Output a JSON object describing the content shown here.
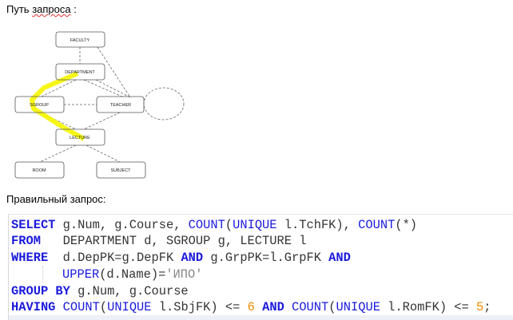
{
  "heading_path": "Путь запроса :",
  "heading_path_underlined": "запроса",
  "heading_query": "Правильный запрос:",
  "diagram": {
    "entities": [
      "FACULTY",
      "DEPARTMENT",
      "SGROUP",
      "TEACHER",
      "LECTURE",
      "ROOM",
      "SUBJECT"
    ],
    "highlight_color": "#f5f500"
  },
  "code": {
    "l1": [
      "SELECT",
      " g.Num, g.Course, ",
      "COUNT",
      "(",
      "UNIQUE",
      " l.TchFK), ",
      "COUNT",
      "(*)"
    ],
    "l2": [
      "FROM",
      "   DEPARTMENT d, SGROUP g, LECTURE l"
    ],
    "l3": [
      "WHERE",
      "  d.DepPK=g.DepFK ",
      "AND",
      " g.GrpPK=l.GrpFK ",
      "AND"
    ],
    "l4": [
      "UPPER",
      "(d.Name)=",
      "'ИПО'"
    ],
    "l5": [
      "GROUP BY",
      " g.Num, g.Course"
    ],
    "l6": [
      "HAVING",
      " ",
      "COUNT",
      "(",
      "UNIQUE",
      " l.SbjFK) <= ",
      "6",
      " ",
      "AND",
      " ",
      "COUNT",
      "(",
      "UNIQUE",
      " l.RomFK) <= ",
      "5",
      ";"
    ]
  }
}
